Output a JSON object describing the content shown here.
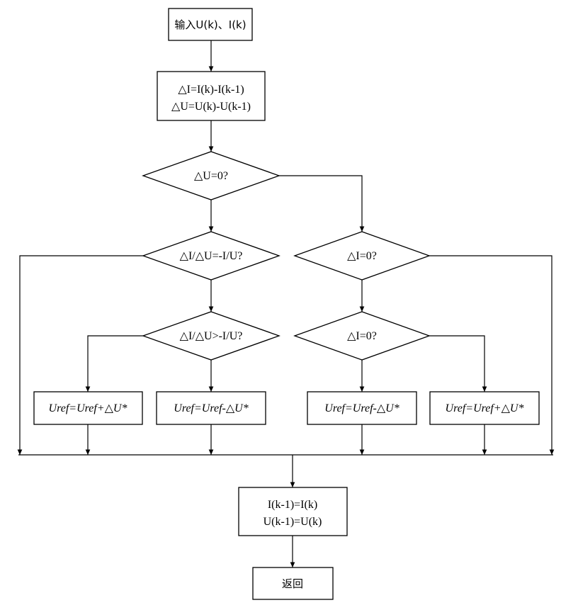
{
  "nodes": {
    "input": {
      "line1": "输入U(k)、I(k)"
    },
    "delta_calc": {
      "line1": "△I=I(k)-I(k-1)",
      "line2": "△U=U(k)-U(k-1)"
    },
    "du_zero": {
      "line1": "△U=0?"
    },
    "didu_eq": {
      "line1": "△I/△U=-I/U?"
    },
    "di_zero_a": {
      "line1": "△I=0?"
    },
    "didu_gt": {
      "line1": "△I/△U>-I/U?"
    },
    "di_zero_b": {
      "line1": "△I=0?"
    },
    "uref_plus_1": {
      "line1": "Uref=Uref+△U*"
    },
    "uref_minus_1": {
      "line1": "Uref=Uref-△U*"
    },
    "uref_minus_2": {
      "line1": "Uref=Uref-△U*"
    },
    "uref_plus_2": {
      "line1": "Uref=Uref+△U*"
    },
    "update": {
      "line1": "I(k-1)=I(k)",
      "line2": "U(k-1)=U(k)"
    },
    "return": {
      "line1": "返回"
    }
  }
}
